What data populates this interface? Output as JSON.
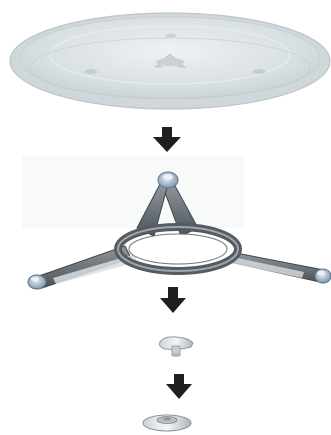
{
  "diagram": {
    "parts": [
      {
        "id": "glass-turntable-tray"
      },
      {
        "id": "roller-ring-support"
      },
      {
        "id": "turntable-coupler"
      },
      {
        "id": "motor-shaft-base"
      }
    ],
    "arrows_count": 3
  },
  "colors": {
    "background": "#ffffff",
    "tray_fill": "#d9e0e2",
    "tray_rim": "#c6cfd3",
    "support_dark": "#444a4f",
    "support_mid": "#7c8489",
    "support_light": "#aeb5ba",
    "roller_blue": "#8ea9c2",
    "arrow_fill": "#1f1f1f"
  }
}
